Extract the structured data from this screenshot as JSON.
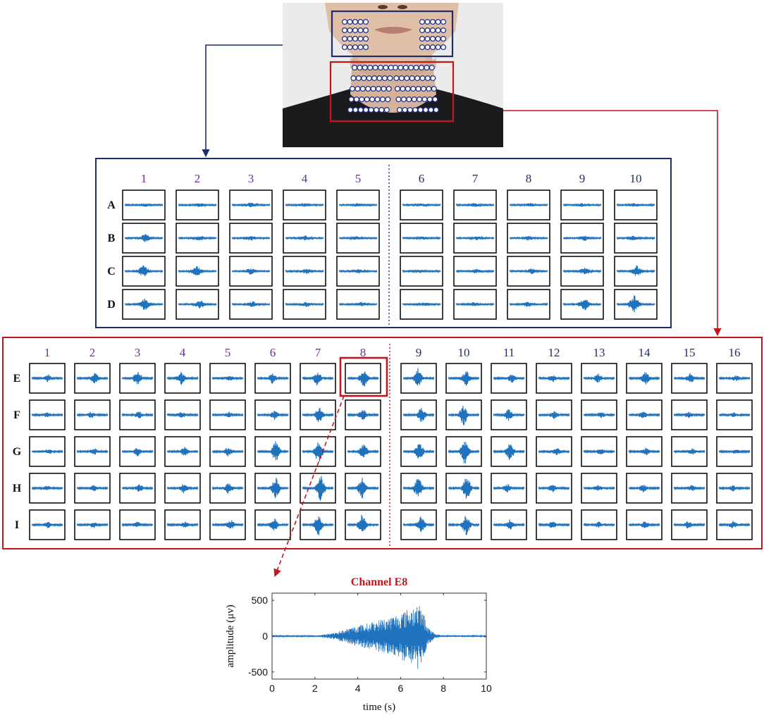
{
  "photo": {
    "alt": "face and neck with electrode arrays"
  },
  "colors": {
    "navy": "#1f2d6b",
    "red": "#c0161c",
    "signal": "#1f72bd",
    "purple": "#6b2f9a",
    "darkblue": "#1f2d5c"
  },
  "face_panel": {
    "columns": [
      "1",
      "2",
      "3",
      "4",
      "5",
      "6",
      "7",
      "8",
      "9",
      "10"
    ],
    "rows": [
      "A",
      "B",
      "C",
      "D"
    ],
    "amplitudes": [
      [
        0.1,
        0.13,
        0.13,
        0.1,
        0.1,
        0.08,
        0.1,
        0.1,
        0.1,
        0.1
      ],
      [
        0.3,
        0.17,
        0.15,
        0.15,
        0.1,
        0.08,
        0.1,
        0.13,
        0.15,
        0.17
      ],
      [
        0.42,
        0.38,
        0.2,
        0.17,
        0.13,
        0.08,
        0.13,
        0.17,
        0.25,
        0.38
      ],
      [
        0.42,
        0.3,
        0.2,
        0.17,
        0.13,
        0.1,
        0.13,
        0.15,
        0.45,
        0.62
      ]
    ]
  },
  "neck_panel": {
    "columns": [
      "1",
      "2",
      "3",
      "4",
      "5",
      "6",
      "7",
      "8",
      "9",
      "10",
      "11",
      "12",
      "13",
      "14",
      "15",
      "16"
    ],
    "rows": [
      "E",
      "F",
      "G",
      "H",
      "I"
    ],
    "amplitudes": [
      [
        0.25,
        0.4,
        0.55,
        0.45,
        0.15,
        0.35,
        0.5,
        0.68,
        0.7,
        0.55,
        0.3,
        0.25,
        0.3,
        0.45,
        0.35,
        0.2
      ],
      [
        0.15,
        0.2,
        0.25,
        0.2,
        0.2,
        0.3,
        0.6,
        0.4,
        0.55,
        0.75,
        0.45,
        0.25,
        0.2,
        0.25,
        0.2,
        0.15
      ],
      [
        0.15,
        0.2,
        0.3,
        0.35,
        0.3,
        0.75,
        0.85,
        0.6,
        0.7,
        0.95,
        0.65,
        0.25,
        0.2,
        0.25,
        0.2,
        0.15
      ],
      [
        0.15,
        0.2,
        0.25,
        0.35,
        0.4,
        0.8,
        0.95,
        0.8,
        0.8,
        0.95,
        0.3,
        0.25,
        0.2,
        0.25,
        0.2,
        0.2
      ],
      [
        0.2,
        0.2,
        0.2,
        0.2,
        0.35,
        0.5,
        0.8,
        0.75,
        0.6,
        0.75,
        0.35,
        0.25,
        0.2,
        0.25,
        0.25,
        0.25
      ]
    ],
    "highlight": {
      "row": "E",
      "col": "8"
    }
  },
  "zoom_plot": {
    "title": "Channel E8",
    "xlabel": "time (s)",
    "ylabel": "amplitude (μv)"
  },
  "chart_data": {
    "type": "line",
    "title": "Channel E8",
    "xlabel": "time (s)",
    "ylabel": "amplitude (μv)",
    "xlim": [
      0,
      10
    ],
    "ylim": [
      -600,
      600
    ],
    "xticks": [
      0,
      2,
      4,
      6,
      8,
      10
    ],
    "yticks": [
      -500,
      0,
      500
    ],
    "series": [
      {
        "x": [
          0,
          2.0,
          2.5,
          3.0,
          3.5,
          4.0,
          4.5,
          5.0,
          5.5,
          6.0,
          6.5,
          6.8,
          7.0,
          7.3,
          7.6,
          8.0,
          10
        ],
        "envelope": [
          8,
          10,
          25,
          60,
          100,
          150,
          180,
          230,
          270,
          330,
          400,
          460,
          380,
          120,
          30,
          12,
          8
        ]
      }
    ]
  }
}
